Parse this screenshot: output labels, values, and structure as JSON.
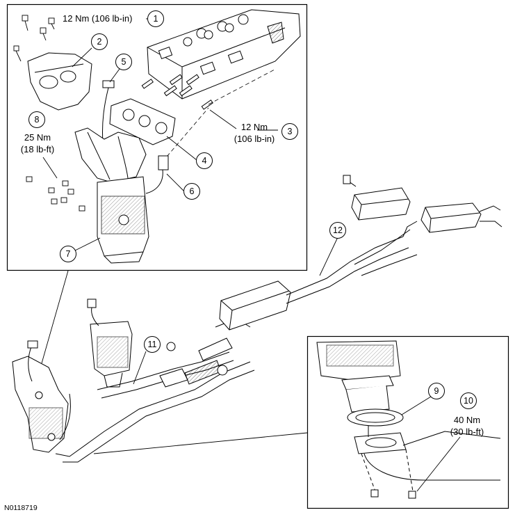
{
  "figure_id": "N0118719",
  "callouts": [
    "1",
    "2",
    "3",
    "4",
    "5",
    "6",
    "7",
    "8",
    "9",
    "10",
    "11",
    "12"
  ],
  "torque": {
    "t1_main": "12 Nm (106 lb-in)",
    "t3_line1": "12 Nm",
    "t3_line2": "(106 lb-in)",
    "t8_line1": "25 Nm",
    "t8_line2": "(18 lb-ft)",
    "t10_line1": "40 Nm",
    "t10_line2": "(30 lb-ft)"
  }
}
